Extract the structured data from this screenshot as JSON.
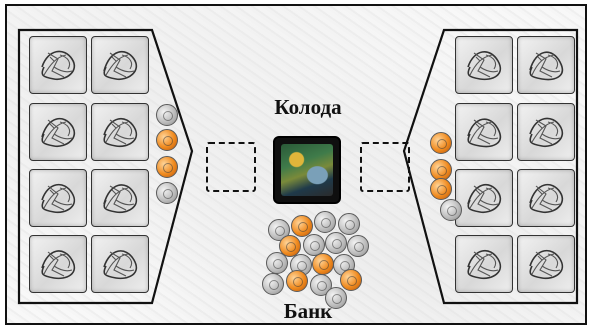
{
  "board": {
    "deck_label": "Колода",
    "bank_label": "Банк"
  },
  "players": {
    "left": {
      "tiles": 8,
      "silver_coins": 2,
      "gold_coins": 2
    },
    "right": {
      "tiles": 8,
      "silver_coins": 1,
      "gold_coins": 3
    }
  },
  "bank": {
    "silver_coins": 12,
    "gold_coins": 5
  },
  "colors": {
    "gold_coin": "#f08a1e",
    "silver_coin": "#b9b9b9",
    "outline": "#111111"
  },
  "icons": {
    "tile_icon": "creature-sketch-icon",
    "deck_icon": "card-deck-icon",
    "coin_icon": "coin-icon"
  }
}
